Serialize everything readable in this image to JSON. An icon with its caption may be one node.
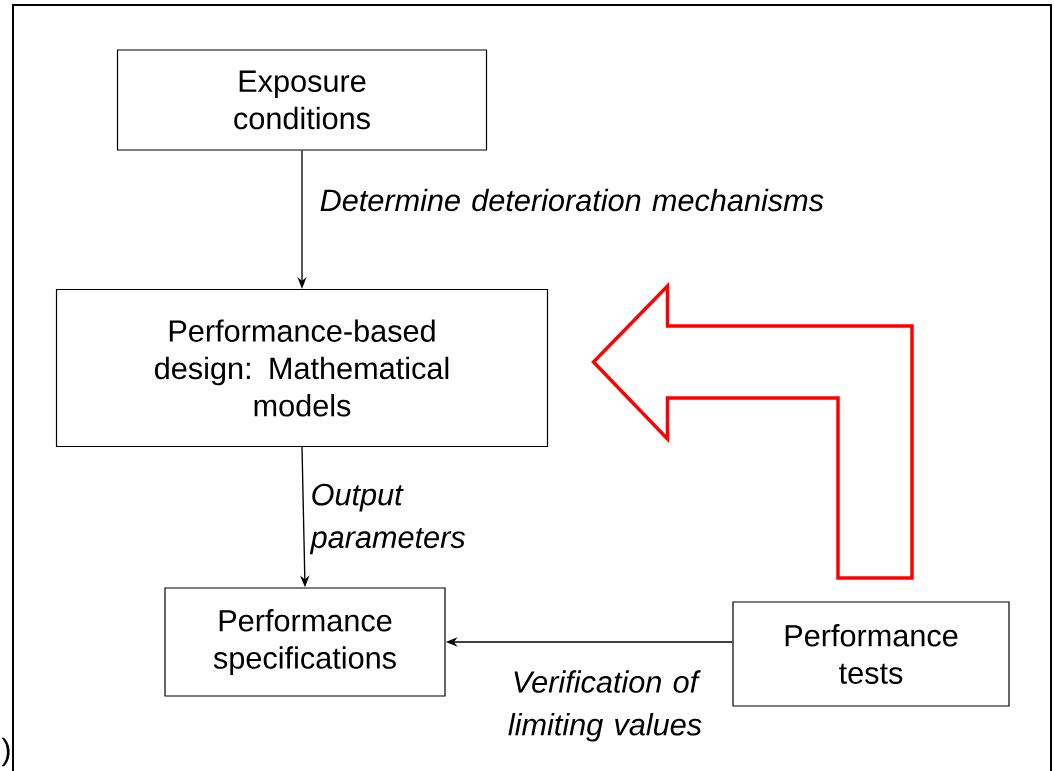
{
  "diagram": {
    "nodes": [
      {
        "text": [
          "Exposure conditions"
        ]
      },
      {
        "text": [
          "Performance-based design: Mathematical models"
        ]
      },
      {
        "text": [
          "Performance specifications"
        ]
      },
      {
        "text": [
          "Performance tests"
        ]
      }
    ],
    "edges": [
      {
        "from": 0,
        "to": 1,
        "arrow": "to",
        "label": "Determine deterioration mechanisms"
      },
      {
        "from": 1,
        "to": 2,
        "arrow": "to",
        "label": "Output parameters"
      },
      {
        "from": 3,
        "to": 2,
        "arrow": "to",
        "label": "Verification of limiting values"
      },
      {
        "from": 3,
        "to": 1,
        "arrow": "to",
        "style": "thick",
        "color": "#ff0000"
      }
    ],
    "labels": [
      ")"
    ]
  }
}
